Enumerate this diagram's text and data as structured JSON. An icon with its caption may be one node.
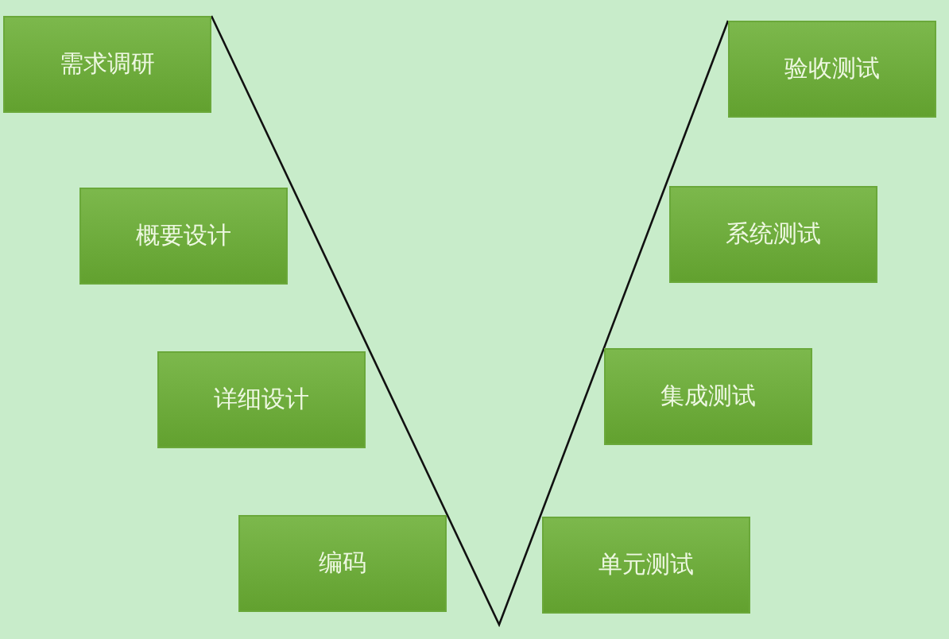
{
  "diagram": {
    "nodes": [
      {
        "text": [
          "需求调研"
        ]
      },
      {
        "text": [
          "概要设计"
        ]
      },
      {
        "text": [
          "详细设计"
        ]
      },
      {
        "text": [
          "编码"
        ]
      },
      {
        "text": [
          "单元测试"
        ]
      },
      {
        "text": [
          "集成测试"
        ]
      },
      {
        "text": [
          "系统测试"
        ]
      },
      {
        "text": [
          "验收测试"
        ]
      }
    ],
    "edges": [
      {
        "from": 0,
        "to": 7,
        "arrow": "none"
      }
    ]
  }
}
